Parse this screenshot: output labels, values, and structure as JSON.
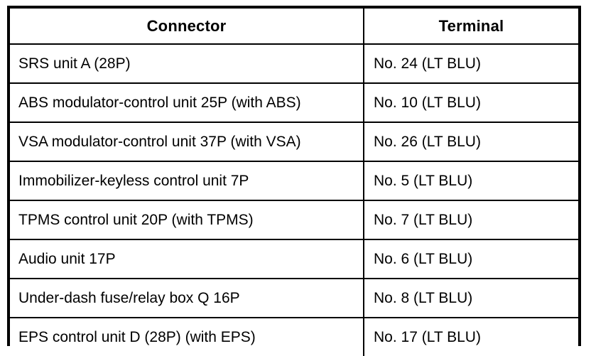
{
  "table": {
    "columns": [
      {
        "key": "connector",
        "label": "Connector"
      },
      {
        "key": "terminal",
        "label": "Terminal"
      }
    ],
    "rows": [
      {
        "connector": "SRS unit A (28P)",
        "terminal": "No. 24 (LT BLU)"
      },
      {
        "connector": "ABS modulator-control unit 25P (with ABS)",
        "terminal": "No. 10 (LT BLU)"
      },
      {
        "connector": "VSA modulator-control unit 37P (with VSA)",
        "terminal": "No. 26 (LT BLU)"
      },
      {
        "connector": "Immobilizer-keyless control unit 7P",
        "terminal": "No. 5 (LT BLU)"
      },
      {
        "connector": "TPMS control unit 20P (with TPMS)",
        "terminal": "No. 7 (LT BLU)"
      },
      {
        "connector": "Audio unit 17P",
        "terminal": "No. 6 (LT BLU)"
      },
      {
        "connector": "Under-dash fuse/relay box Q 16P",
        "terminal": "No. 8 (LT BLU)"
      },
      {
        "connector": "EPS control unit D (28P) (with EPS)",
        "terminal": "No. 17 (LT BLU)"
      }
    ]
  },
  "style": {
    "text_color": "#000000",
    "background_color": "#ffffff",
    "border_color": "#000000"
  }
}
